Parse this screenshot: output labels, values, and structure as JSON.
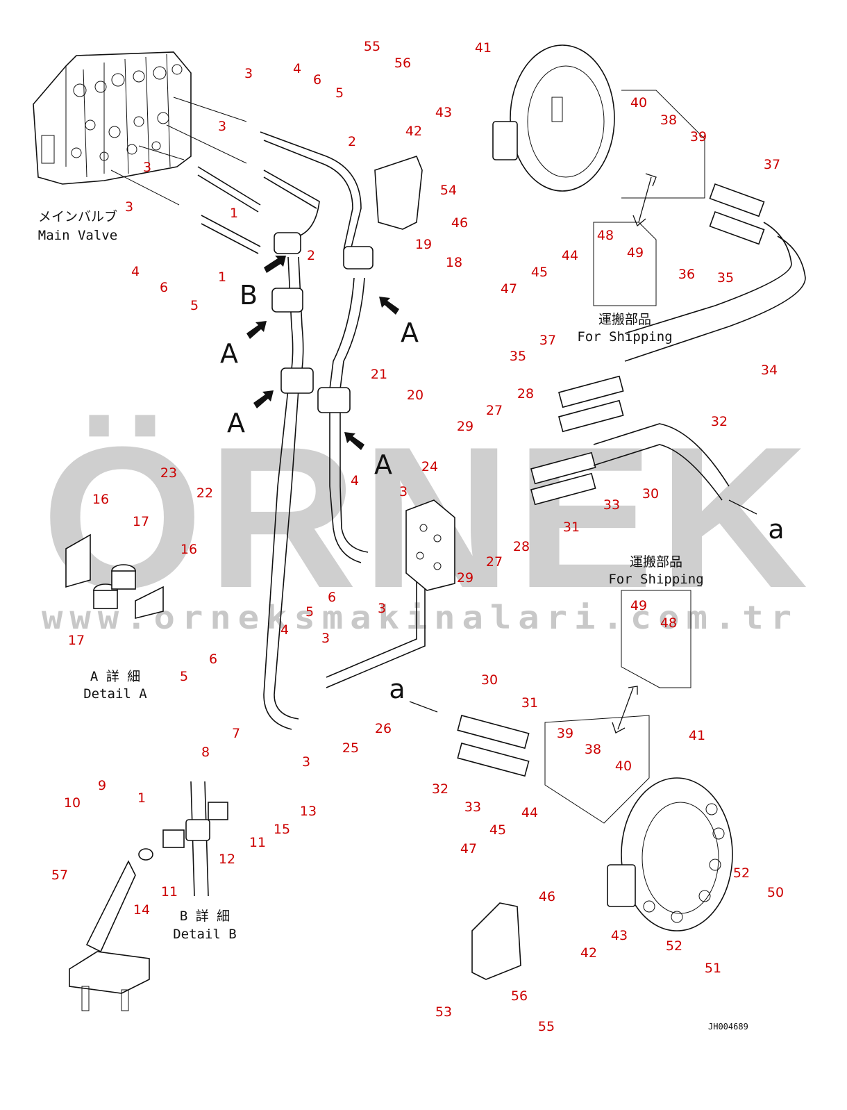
{
  "watermark": {
    "brand": "ÖRNEK",
    "url": "www.orneksmakinalari.com.tr"
  },
  "labels": {
    "main_valve_jp": "メインバルブ",
    "main_valve_en": "Main Valve",
    "shipping_jp": "運搬部品",
    "shipping_en": "For Shipping",
    "detail_a_jp": "A 詳 細",
    "detail_a_en": "Detail A",
    "detail_b_jp": "B 詳 細",
    "detail_b_en": "Detail B",
    "view_a": "A",
    "view_b": "B",
    "conn_a": "a",
    "drawing_code": "JH004689"
  },
  "callouts": [
    "55",
    "56",
    "41",
    "4",
    "6",
    "3",
    "5",
    "2",
    "43",
    "42",
    "54",
    "40",
    "38",
    "39",
    "37",
    "3",
    "3",
    "3",
    "1",
    "2",
    "46",
    "44",
    "48",
    "49",
    "45",
    "47",
    "36",
    "35",
    "4",
    "6",
    "1",
    "5",
    "19",
    "18",
    "34",
    "37",
    "35",
    "28",
    "21",
    "27",
    "32",
    "20",
    "29",
    "23",
    "22",
    "24",
    "4",
    "3",
    "30",
    "33",
    "16",
    "17",
    "27",
    "28",
    "31",
    "29",
    "6",
    "16",
    "5",
    "3",
    "17",
    "49",
    "48",
    "4",
    "3",
    "6",
    "5",
    "7",
    "30",
    "31",
    "26",
    "25",
    "3",
    "39",
    "38",
    "40",
    "8",
    "9",
    "10",
    "1",
    "13",
    "15",
    "11",
    "12",
    "11",
    "32",
    "33",
    "44",
    "45",
    "47",
    "46",
    "41",
    "52",
    "50",
    "57",
    "14",
    "42",
    "43",
    "52",
    "51",
    "56",
    "53",
    "55"
  ]
}
